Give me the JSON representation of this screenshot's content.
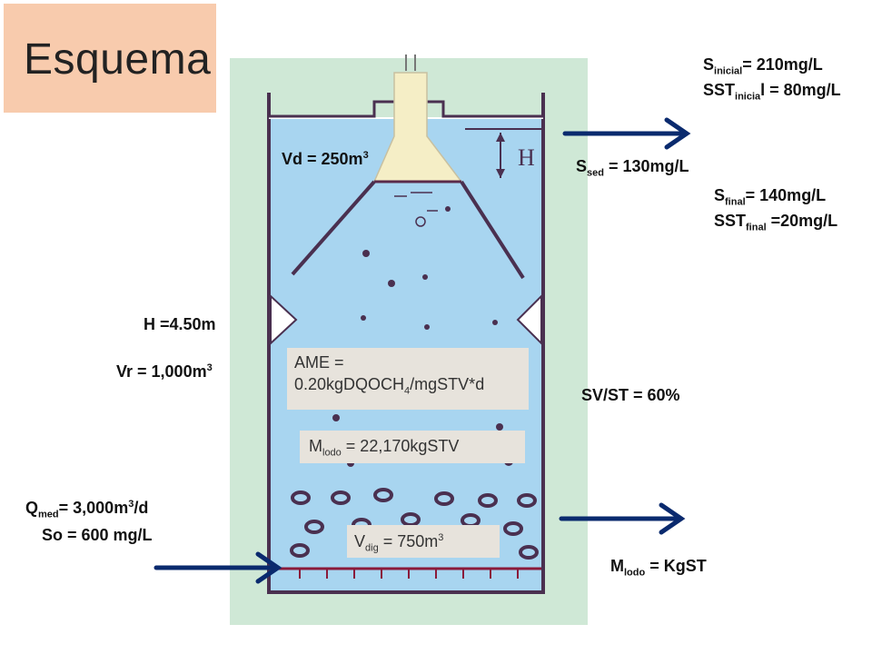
{
  "title": "Esquema",
  "labels": {
    "s_inicial": {
      "main": "S",
      "sub": "inicial",
      "rest": "= 210mg/L"
    },
    "sst_inicial": {
      "main": "SST",
      "sub": "inicia",
      "rest": "l = 80mg/L"
    },
    "s_sed": {
      "main": "S",
      "sub": "sed",
      "rest": " = 130mg/L"
    },
    "s_final": {
      "main": "S",
      "sub": "final",
      "rest": "= 140mg/L"
    },
    "sst_final": {
      "main": "SST",
      "sub": "final",
      "rest": " =20mg/L"
    },
    "vd": {
      "main": "Vd = 250m",
      "sup": "3"
    },
    "h": "H =4.50m",
    "vr": {
      "main": "Vr = 1,000m",
      "sup": "3"
    },
    "sv_st": "SV/ST = 60%",
    "q_med": {
      "main": "Q",
      "sub": "med",
      "mid": "= 3,000m",
      "sup": "3",
      "rest": "/d"
    },
    "so": "So = 600 mg/L",
    "m_lodo_out": {
      "main": "M",
      "sub": "lodo",
      "rest": " = KgST"
    },
    "h_symbol": "H"
  },
  "boxes": {
    "ame": {
      "line1": "AME =",
      "line2_a": "0.20kgDQOCH",
      "line2_sub": "4",
      "line2_b": "/mgSTV*d"
    },
    "m_lodo": {
      "main": "M",
      "sub": "lodo",
      "rest": " = 22,170kgSTV"
    },
    "v_dig": {
      "main": "V",
      "sub": "dig",
      "mid": " = 750m",
      "sup": "3"
    }
  },
  "colors": {
    "water": "#a8d5f0",
    "panel": "#cfe8d6",
    "arrow": "#0a2a6e",
    "outline": "#5a2a4a",
    "cone": "#f5eec6",
    "title_bg": "#f8cbad",
    "box_bg": "#e7e3dc"
  }
}
